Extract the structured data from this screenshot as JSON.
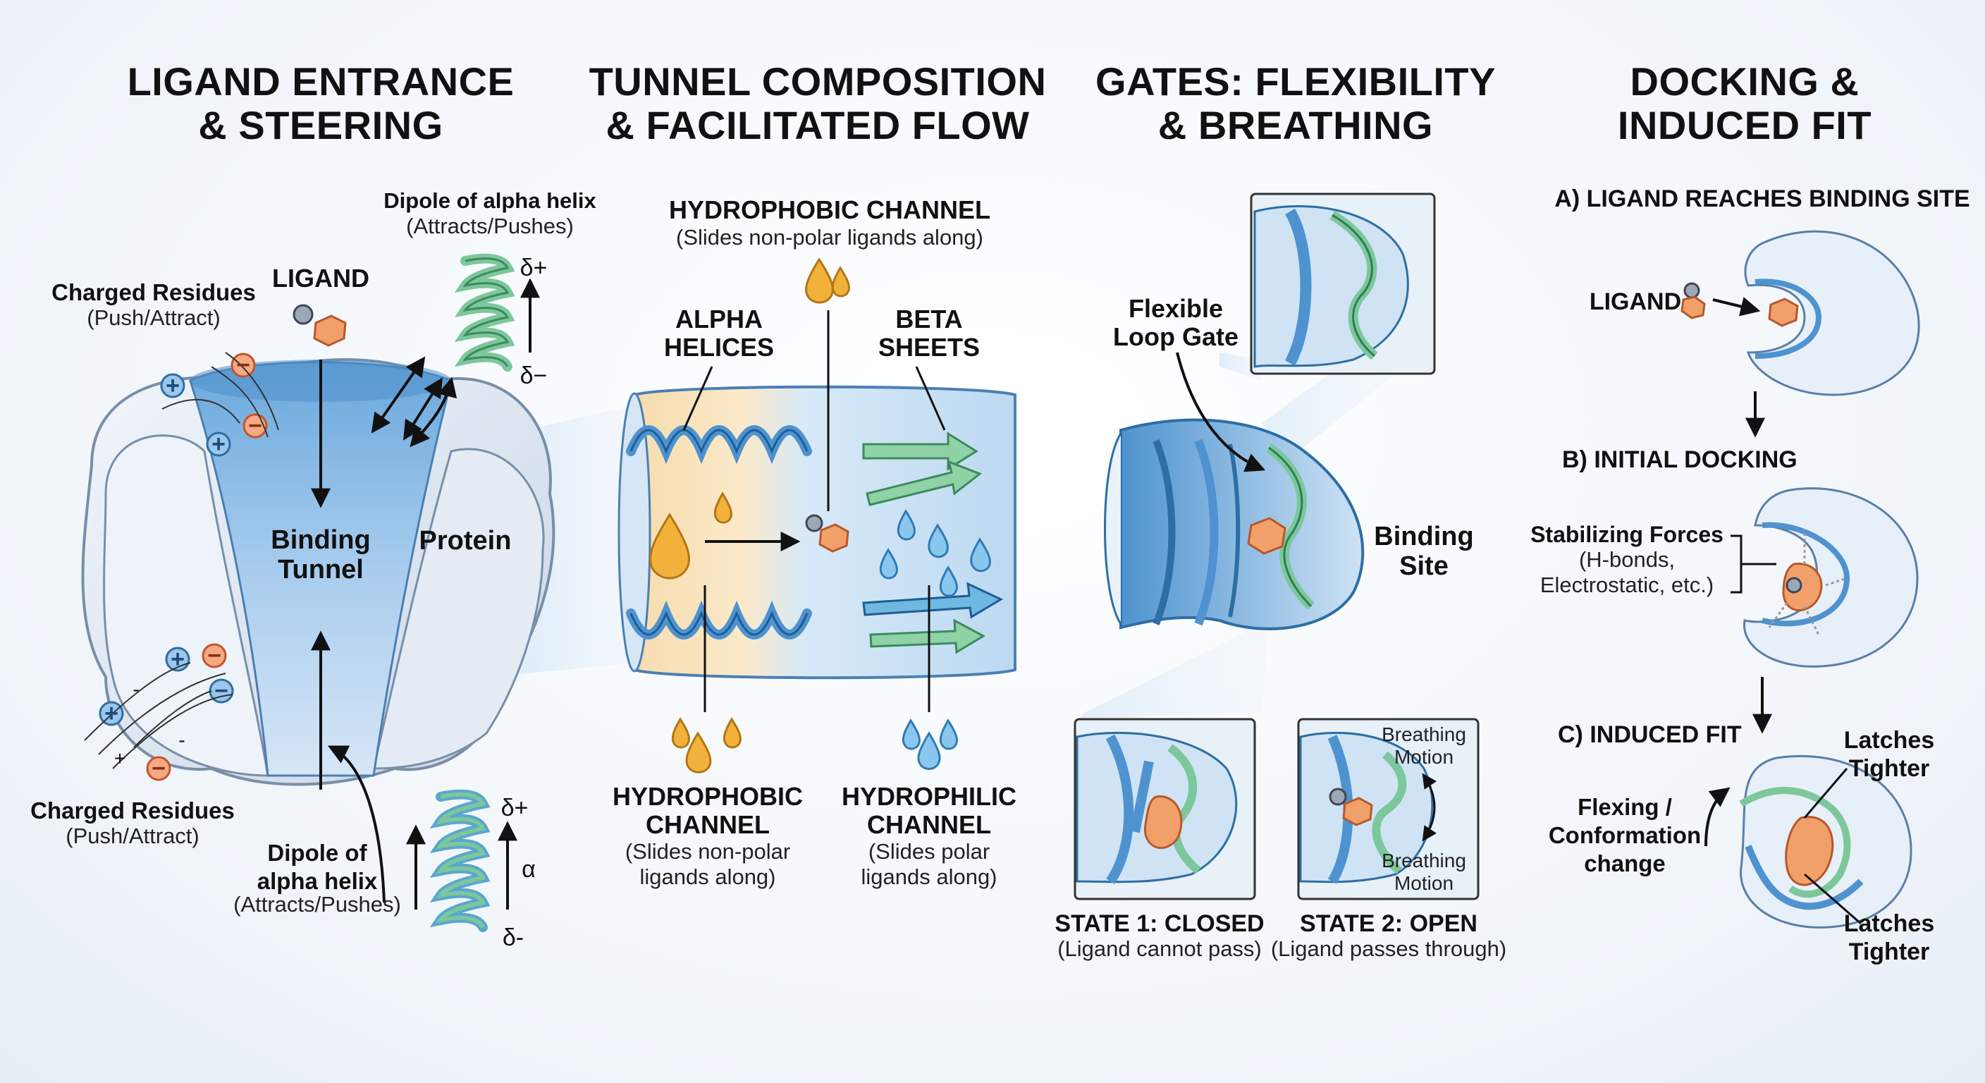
{
  "panels": {
    "entrance": {
      "title_line1": "LIGAND ENTRANCE",
      "title_line2": "& STEERING",
      "ligand_label": "LIGAND",
      "charged_top": "Charged Residues",
      "charged_top_sub": "(Push/Attract)",
      "charged_bottom": "Charged Residues",
      "charged_bottom_sub": "(Push/Attract)",
      "dipole_top": "Dipole of alpha helix",
      "dipole_top_sub": "(Attracts/Pushes)",
      "dipole_bottom_line1": "Dipole of",
      "dipole_bottom_line2": "alpha helix",
      "dipole_bottom_sub": "(Attracts/Pushes)",
      "binding_tunnel_line1": "Binding",
      "binding_tunnel_line2": "Tunnel",
      "protein_label": "Protein",
      "delta_plus": "δ+",
      "delta_minus_top": "δ−",
      "delta_minus_bottom": "δ-",
      "alpha_symbol": "α",
      "plus_sign": "+",
      "minus_sign": "−",
      "field_plus": "+",
      "field_minus": "-"
    },
    "composition": {
      "title_line1": "TUNNEL COMPOSITION",
      "title_line2": "& FACILITATED FLOW",
      "hydrophobic_top": "HYDROPHOBIC CHANNEL",
      "hydrophobic_top_sub": "(Slides non-polar ligands along)",
      "alpha_helices_line1": "ALPHA",
      "alpha_helices_line2": "HELICES",
      "beta_sheets_line1": "BETA",
      "beta_sheets_line2": "SHEETS",
      "hydrophobic_bottom_line1": "HYDROPHOBIC",
      "hydrophobic_bottom_line2": "CHANNEL",
      "hydrophobic_bottom_sub1": "(Slides non-polar",
      "hydrophobic_bottom_sub2": "ligands along)",
      "hydrophilic_line1": "HYDROPHILIC",
      "hydrophilic_line2": "CHANNEL",
      "hydrophilic_sub1": "(Slides polar",
      "hydrophilic_sub2": "ligands along)"
    },
    "gates": {
      "title_line1": "GATES: FLEXIBILITY",
      "title_line2": "& BREATHING",
      "loop_gate_line1": "Flexible",
      "loop_gate_line2": "Loop Gate",
      "binding_site_line1": "Binding",
      "binding_site_line2": "Site",
      "state1": "STATE 1: CLOSED",
      "state1_sub": "(Ligand cannot pass)",
      "state2": "STATE 2: OPEN",
      "state2_sub": "(Ligand passes through)",
      "breathing_top_line1": "Breathing",
      "breathing_top_line2": "Motion",
      "breathing_bottom_line1": "Breathing",
      "breathing_bottom_line2": "Motion"
    },
    "docking": {
      "title_line1": "DOCKING &",
      "title_line2": "INDUCED FIT",
      "step_a": "A) LIGAND REACHES BINDING SITE",
      "ligand_label": "LIGAND",
      "step_b": "B) INITIAL DOCKING",
      "stabilizing": "Stabilizing Forces",
      "stabilizing_sub1": "(H-bonds,",
      "stabilizing_sub2": "Electrostatic, etc.)",
      "step_c": "C) INDUCED FIT",
      "latches_top_line1": "Latches",
      "latches_top_line2": "Tighter",
      "latches_bottom_line1": "Latches",
      "latches_bottom_line2": "Tighter",
      "flexing_line1": "Flexing /",
      "flexing_line2": "Conformation",
      "flexing_line3": "change"
    }
  },
  "colors": {
    "protein_fill": "#dde6f2",
    "tunnel_blue": "#5b9fd6",
    "helix_green": "#7cc79b",
    "helix_blue": "#4a90c8",
    "ligand_orange": "#f2a06a",
    "droplet_gold": "#f2b13a",
    "droplet_blue": "#6db3e6",
    "positive_blue": "#4e8fc6",
    "negative_orange": "#ee8a62"
  }
}
